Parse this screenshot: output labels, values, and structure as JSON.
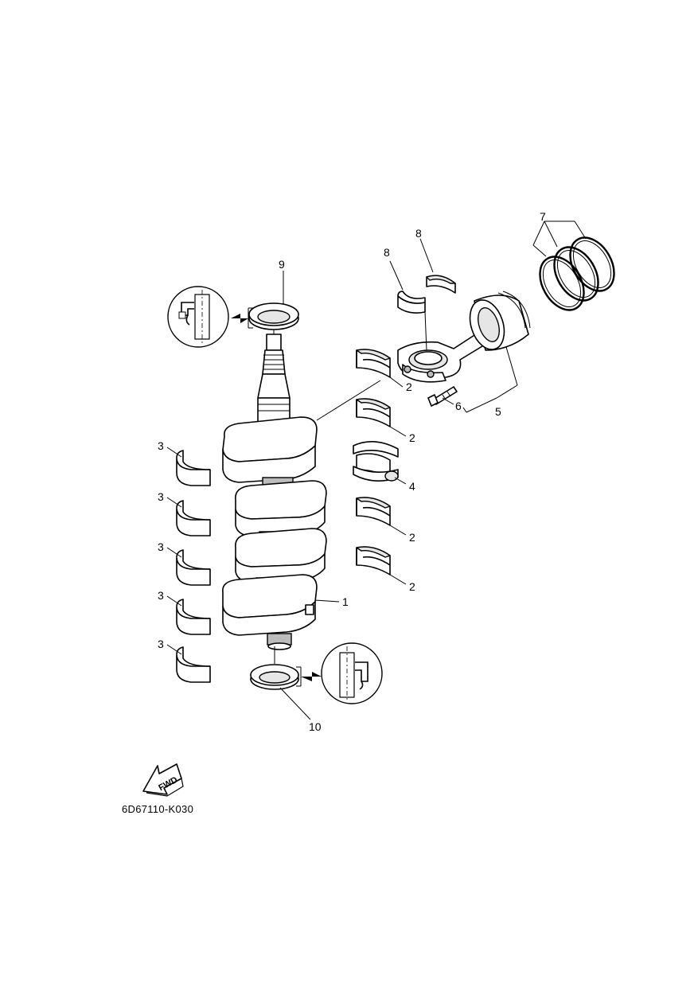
{
  "diagram": {
    "part_code": "6D67110-K030",
    "fwd_text": "FWD"
  },
  "callouts": {
    "c1": "1",
    "c2a": "2",
    "c2b": "2",
    "c2c": "2",
    "c2d": "2",
    "c3a": "3",
    "c3b": "3",
    "c3c": "3",
    "c3d": "3",
    "c3e": "3",
    "c4": "4",
    "c5": "5",
    "c6": "6",
    "c7": "7",
    "c8a": "8",
    "c8b": "8",
    "c9": "9",
    "c10": "10"
  },
  "icons": {
    "upper_detail": "oil-seal-lip-direction-icon",
    "lower_detail": "oil-seal-lip-direction-icon",
    "fwd_arrow": "forward-arrow-icon"
  }
}
